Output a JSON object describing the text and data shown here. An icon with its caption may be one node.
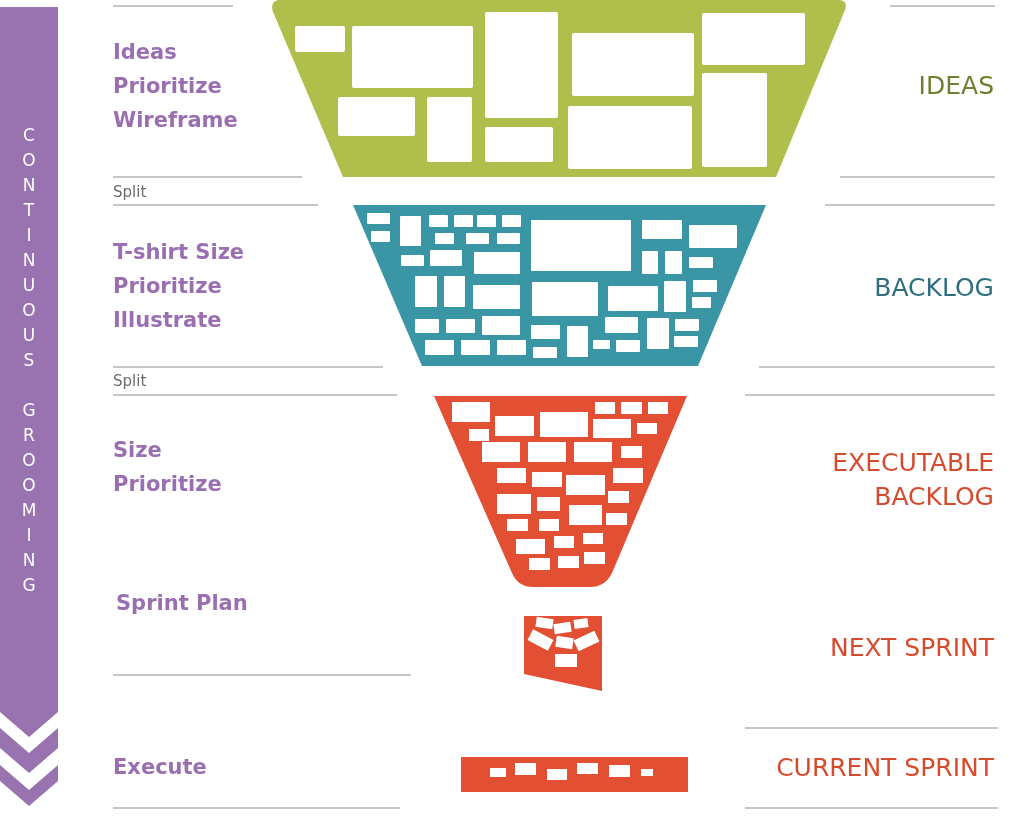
{
  "diagram": {
    "nodes": [
      {
        "text": [
          "CONTINUOUS GROOMING"
        ]
      },
      {
        "text": [],
        "shape": "trapezoid"
      },
      {
        "text": [],
        "shape": "trapezoid"
      },
      {
        "text": [],
        "shape": "trapezoid"
      },
      {
        "text": [],
        "shape": "box"
      },
      {
        "text": [],
        "shape": "bar"
      }
    ],
    "labels": [
      "Ideas",
      "Prioritize",
      "Wireframe",
      "IDEAS",
      "Split",
      "T-shirt Size",
      "Prioritize",
      "Illustrate",
      "BACKLOG",
      "Split",
      "Size",
      "Prioritize",
      "EXECUTABLE BACKLOG",
      "Sprint Plan",
      "NEXT SPRINT",
      "Execute",
      "CURRENT SPRINT"
    ]
  }
}
